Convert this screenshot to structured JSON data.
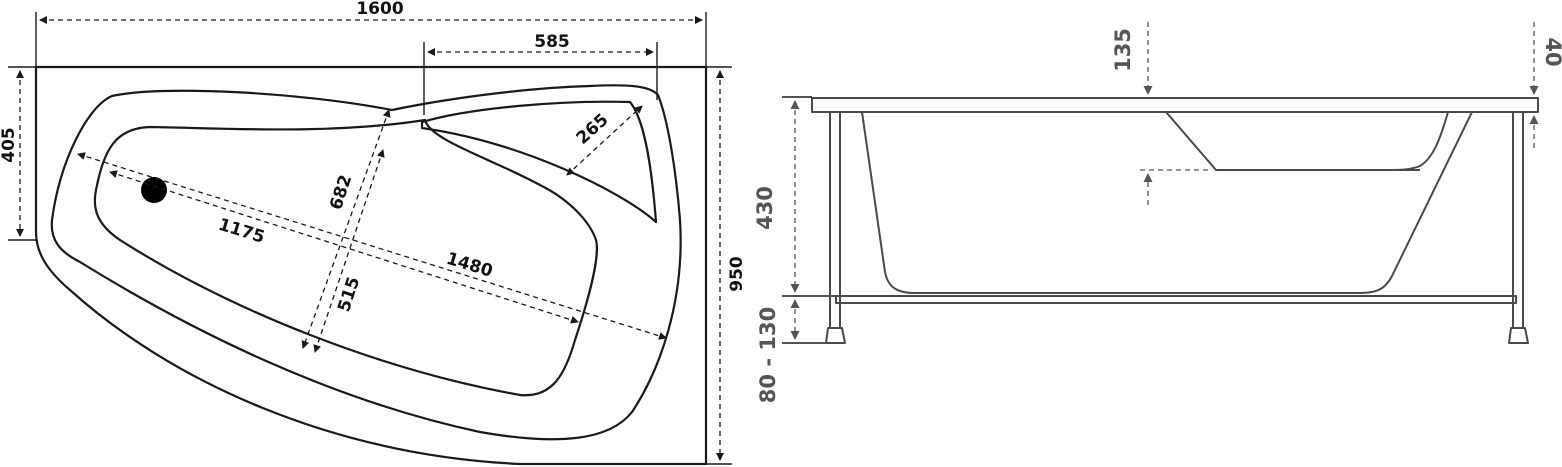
{
  "top_view": {
    "dim_length": "1600",
    "dim_seat_width": "585",
    "dim_left_depth": "405",
    "dim_total_depth": "950",
    "dim_seat_diagonal": "265",
    "dim_width_upper": "682",
    "dim_width_lower": "515",
    "dim_bottom_length": "1175",
    "dim_inner_length": "1480"
  },
  "side_view": {
    "dim_top_offset": "135",
    "dim_rim": "40",
    "dim_depth": "430",
    "dim_leg_height": "80 - 130"
  },
  "colors": {
    "line": "#1a1a1a",
    "label_gray": "#555555"
  }
}
